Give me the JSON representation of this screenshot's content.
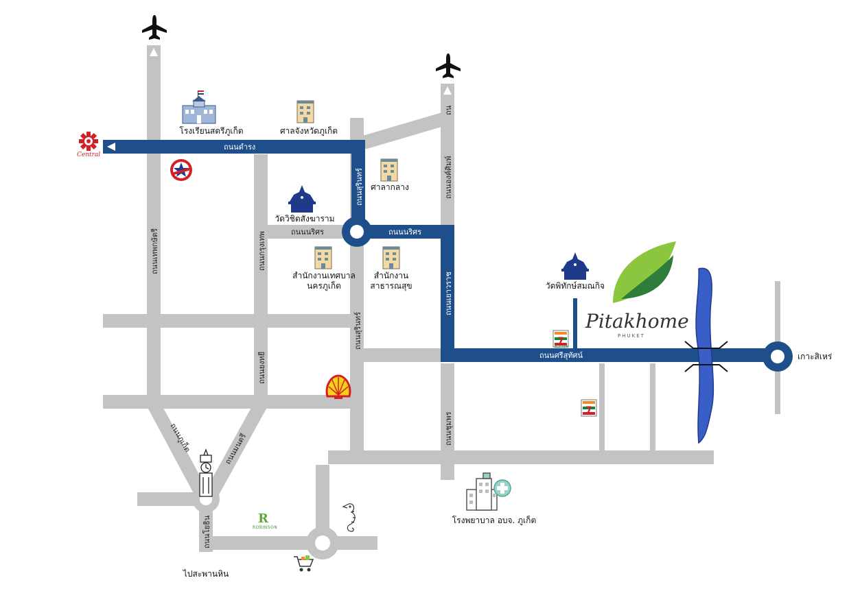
{
  "map": {
    "brand": {
      "name": "Pitakhome",
      "sub": "PHUKET",
      "leaf_colors": [
        "#8bc63e",
        "#2e7d3a"
      ]
    },
    "colors": {
      "main_road": "#1f4f8a",
      "side_road": "#c3c3c3",
      "river": "#3a5ec8",
      "white": "#ffffff"
    },
    "places": {
      "school": "โรงเรียนสตรีภูเก็ต",
      "court": "ศาลจังหวัดภูเก็ต",
      "city_hall": "ศาลากลาง",
      "temple_wichit": "วัดวิชิตสังฆาราม",
      "municipal_office_1": "สำนักงานเทศบาล",
      "municipal_office_2": "นครภูเก็ต",
      "health_office_1": "สำนักงาน",
      "health_office_2": "สาธารณสุข",
      "temple_pitak": "วัดพิทักษ์สมณกิจ",
      "koh_sire": "เกาะสิเหร่",
      "hospital": "โรงพยาบาล อบจ. ภูเก็ต",
      "saphan_hin": "ไปสะพานหิน",
      "central": "Central",
      "robinson": "ROBINSON",
      "seven_eleven": "ELEVEN"
    },
    "roads": {
      "damrong": "ถนนดำรง",
      "narisorn_left": "ถนนนริศร",
      "narisorn_right": "ถนนนริศร",
      "sri_sunthorn": "ถนนศรีสุทัศน์",
      "thep_krasattri": "ถนนเทพกษัตรี",
      "surin_top": "ถนนสุรินทร์",
      "surin_bottom": "ถนนสุรินทร์",
      "yaowarat": "ถนนเยาวราช",
      "bangkok_road": "ถนนกรุงเทพ",
      "phuket_road": "ถนนภูเก็ต",
      "montri_road": "ถนนมนตรี",
      "ong_sim_phai": "ถนนองค์ศิมพ์",
      "yonggi": "ถนนยงหยี",
      "chumphon": "ถนนชุมพร",
      "yothin": "ถนนโยธิน",
      "top_right_short": "ถน"
    },
    "icons": {
      "airplane": "airplane-icon",
      "school": "school-building-icon",
      "building": "office-building-icon",
      "temple": "temple-icon",
      "star_logo": "caltex-star-icon",
      "shell": "shell-logo-icon",
      "seven": "seven-eleven-icon",
      "clock": "clock-tower-icon",
      "hospital": "hospital-icon",
      "cart": "shopping-cart-icon",
      "seahorse": "seahorse-icon",
      "robinson": "robinson-logo-icon",
      "central": "central-logo-icon"
    }
  }
}
